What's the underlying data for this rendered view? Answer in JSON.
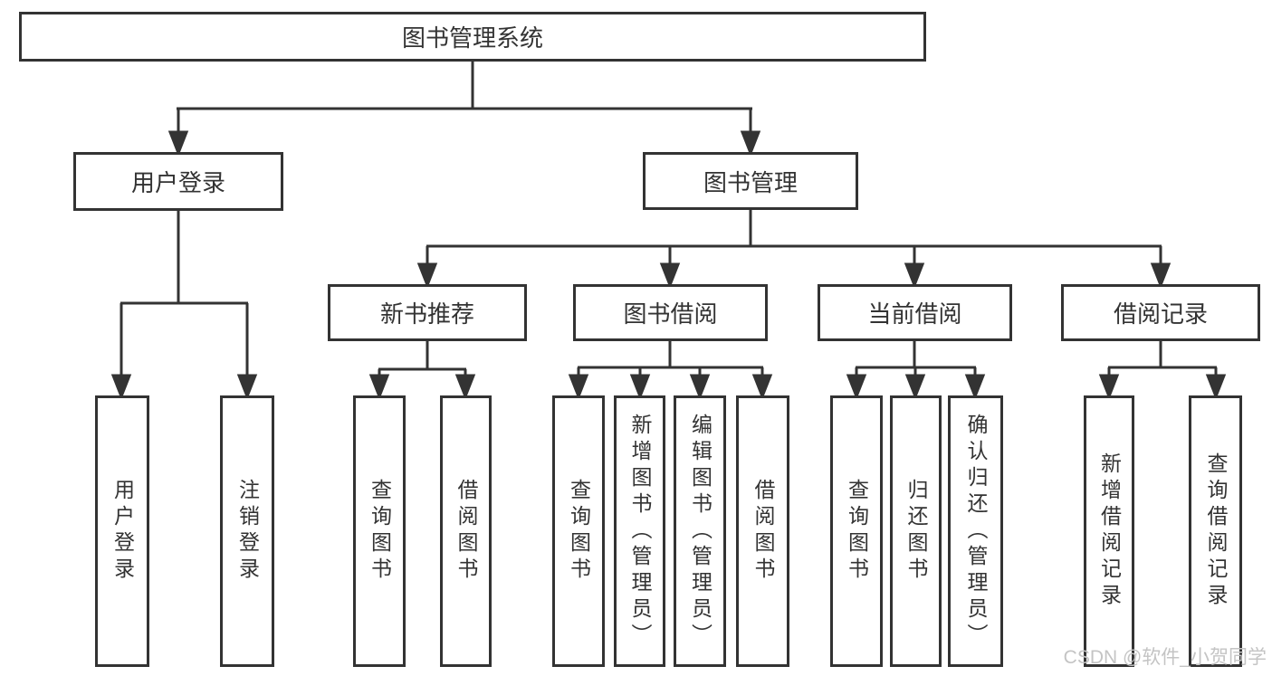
{
  "tree": {
    "root": "图书管理系统",
    "branches": [
      {
        "label": "用户登录",
        "children": [
          "用户登录",
          "注销登录"
        ]
      },
      {
        "label": "图书管理",
        "groups": [
          {
            "label": "新书推荐",
            "children": [
              "查询图书",
              "借阅图书"
            ]
          },
          {
            "label": "图书借阅",
            "children": [
              "查询图书",
              "新增图书（管理员）",
              "编辑图书（管理员）",
              "借阅图书"
            ]
          },
          {
            "label": "当前借阅",
            "children": [
              "查询图书",
              "归还图书",
              "确认归还（管理员）"
            ]
          },
          {
            "label": "借阅记录",
            "children": [
              "新增借阅记录",
              "查询借阅记录"
            ]
          }
        ]
      }
    ]
  },
  "watermark": "CSDN @软件_小贺同学",
  "colors": {
    "line": "#333333",
    "text": "#333333",
    "watermark": "#c4c4c4",
    "background": "#ffffff"
  }
}
